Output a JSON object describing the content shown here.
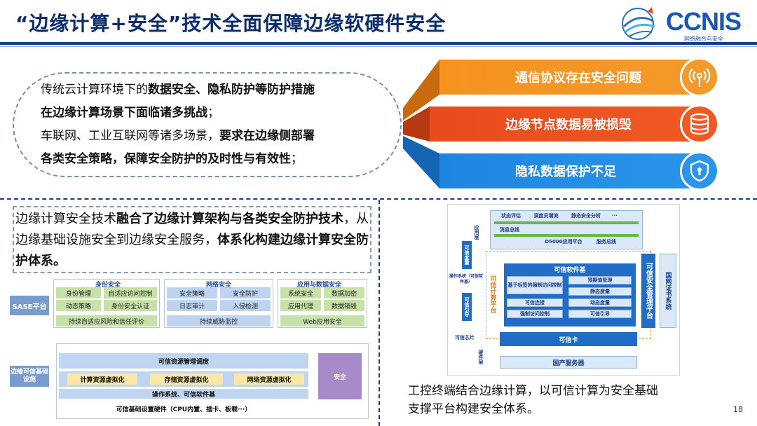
{
  "title": "“边缘计算+安全”技术全面保障边缘软硬件安全",
  "logo": {
    "name": "CCNIS",
    "sub": "网络融合与安全"
  },
  "bubble": {
    "l1_plain": "传统云计算环境下的",
    "l1_bold": "数据安全、隐私防护等防护措施",
    "l2_bold": "在边缘计算场景下面临诸多挑战",
    "l2_plain": "；",
    "l3_plain": "车联网、工业互联网等诸多场景，",
    "l3_bold": "要求在边缘侧部署",
    "l4_bold": "各类安全策略，保障安全防护的及时性与有效性",
    "l4_plain": "；"
  },
  "bars": [
    {
      "label": "通信协议存在安全问题",
      "icon": "signal-icon"
    },
    {
      "label": "边缘节点数据易被损毁",
      "icon": "database-icon"
    },
    {
      "label": "隐私数据保护不足",
      "icon": "shield-lock-icon"
    }
  ],
  "tech": {
    "p1": "边缘计算安全技术",
    "b1": "融合了边缘计算架构与各类安全防护技术",
    "p2": "，从边缘基础设施安全到边缘安全服务，",
    "b2": "体系化构建边缘计算安全防护体系。"
  },
  "sase": {
    "label": "SASE平台",
    "identity": {
      "head": "身份安全",
      "cells": [
        "身份管理",
        "自适应访问控制",
        "动态策略",
        "身份安全认证"
      ],
      "bottom": "持续自适应风险和信任评价"
    },
    "network": {
      "head": "网络安全",
      "cells": [
        "安全策略",
        "安全防护",
        "日志审计",
        "入侵检测"
      ],
      "bottom": "持续威胁监控"
    },
    "app": {
      "head": "应用与数据安全",
      "cells": [
        "系统安全",
        "数据加密",
        "应用代理",
        "数据销毁"
      ],
      "bottom": "Web应用安全"
    }
  },
  "infra": {
    "label": "边缘可信基础设施",
    "mgmt": "可信资源管理调度",
    "virt": [
      "计算资源虚拟化",
      "存储资源虚拟化",
      "网络资源虚拟化"
    ],
    "os": "操作系统、可信软件基",
    "hw": "可信基础设置硬件（CPU内置、插卡、板载···）",
    "security": "安全"
  },
  "diagram": {
    "app_layer": "应用层",
    "top_items": [
      "状态评估",
      "调度员潮流",
      "静态安全分析",
      "···"
    ],
    "msg_bus": "消息总线",
    "platform": "D5000应用平台",
    "service_bus": "服务总线",
    "trust_measure": "可信度量",
    "os_label": "操作系统（可信软件基）",
    "tc_platform": "可信计算平台",
    "tsb": "可信软件基",
    "tsb_items": [
      "基于标签的强制访问控制",
      "预期值管理",
      "静态度量",
      "可信连接",
      "动态度量",
      "强制访问控制",
      "可信引导"
    ],
    "trust_boot": "可信引导",
    "trust_chip": "可信芯片",
    "hw_layer": "硬件层",
    "trust_card": "可信卡",
    "server": "国产服务器",
    "sec_mgmt": "可信安全管理平台",
    "cert": "国网证书系统"
  },
  "caption": {
    "l1": "工控终端结合边缘计算，以可信计算为安全基础",
    "l2": "支撑平台构建安全体系。"
  },
  "page_number": "18"
}
